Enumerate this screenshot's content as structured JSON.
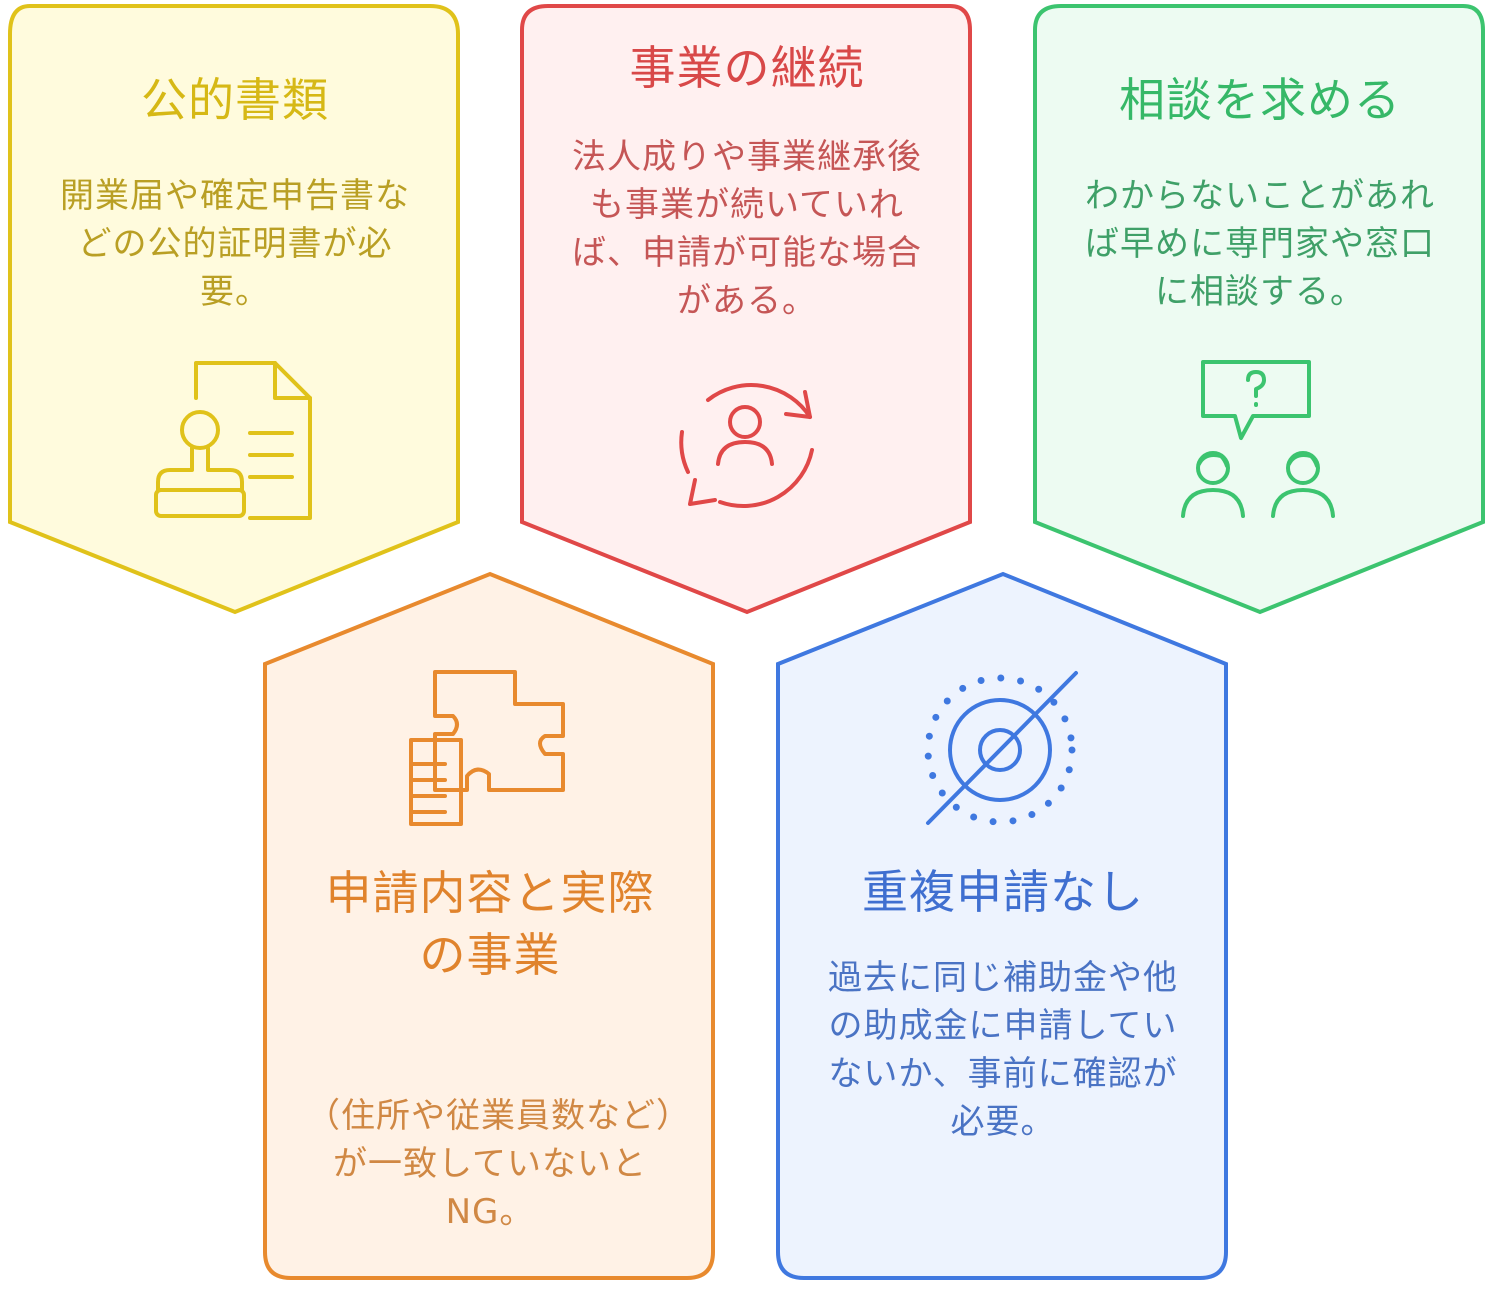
{
  "cards": {
    "documents": {
      "title": "公的書類",
      "body": "開業届や確定申告書などの公的証明書が必要。",
      "icon": "document-stamp-icon",
      "color": "#e0c21a",
      "fill": "#fffbdd"
    },
    "continuity": {
      "title": "事業の継続",
      "body": "法人成りや事業継承後も事業が続いていれば、申請が可能な場合がある。",
      "icon": "person-cycle-icon",
      "color": "#e04848",
      "fill": "#fff0f0"
    },
    "consult": {
      "title": "相談を求める",
      "body": "わからないことがあれば早めに専門家や窓口に相談する。",
      "icon": "question-consultation-icon",
      "color": "#3cc46f",
      "fill": "#edfbf2"
    },
    "consistency": {
      "title": "申請内容と実際の事業",
      "body": "（住所や従業員数など）が一致していないとNG。",
      "icon": "puzzle-document-icon",
      "color": "#e88a2e",
      "fill": "#fff2e6"
    },
    "no_duplicate": {
      "title": "重複申請なし",
      "body": "過去に同じ補助金や他の助成金に申請していないか、事前に確認が必要。",
      "icon": "no-duplicate-target-icon",
      "color": "#3f78e0",
      "fill": "#edf3fe"
    }
  }
}
